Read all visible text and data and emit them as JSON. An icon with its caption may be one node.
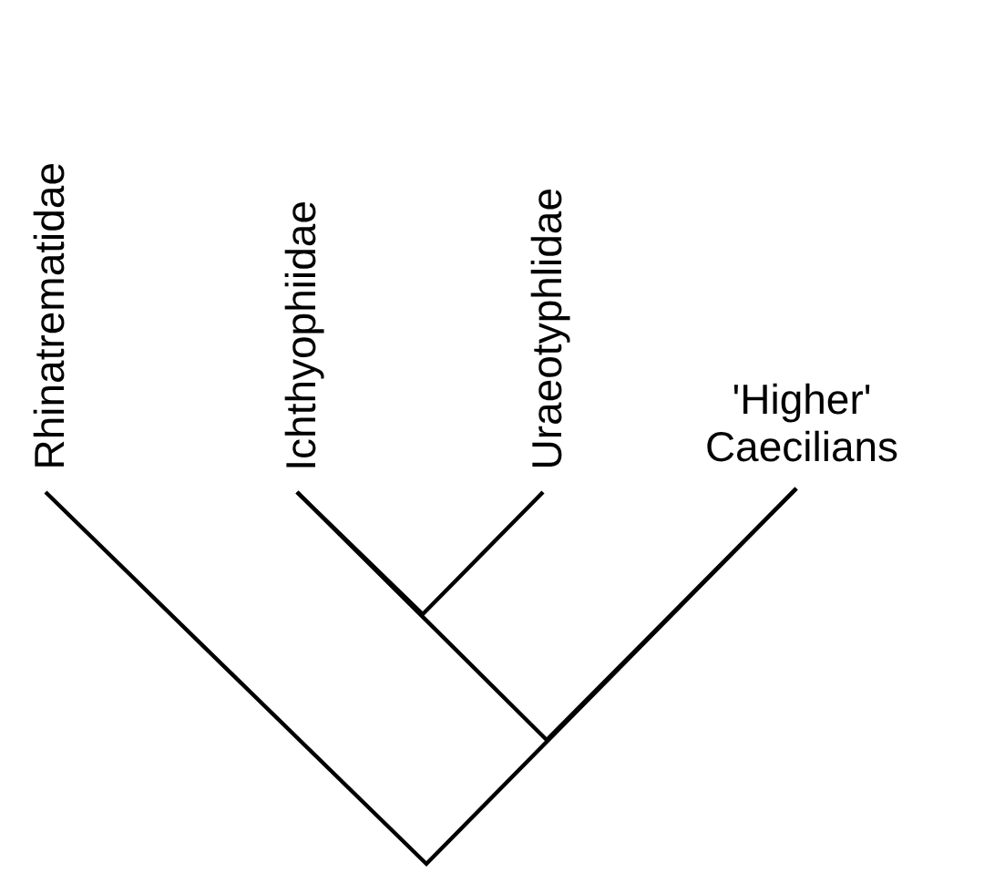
{
  "diagram": {
    "nodes": [
      {
        "text": [
          "Rhinatrematidae"
        ]
      },
      {
        "text": [
          "Ichthyophiidae"
        ]
      },
      {
        "text": [
          "Uraeotyphlidae"
        ]
      },
      {
        "text": [
          "'Higher' Caecilians"
        ]
      }
    ],
    "edges": [
      {
        "from": 0,
        "to": 3,
        "arrow": "none"
      },
      {
        "from": 1,
        "to": 3,
        "arrow": "none"
      },
      {
        "from": 2,
        "to": 1,
        "arrow": "none"
      }
    ]
  }
}
